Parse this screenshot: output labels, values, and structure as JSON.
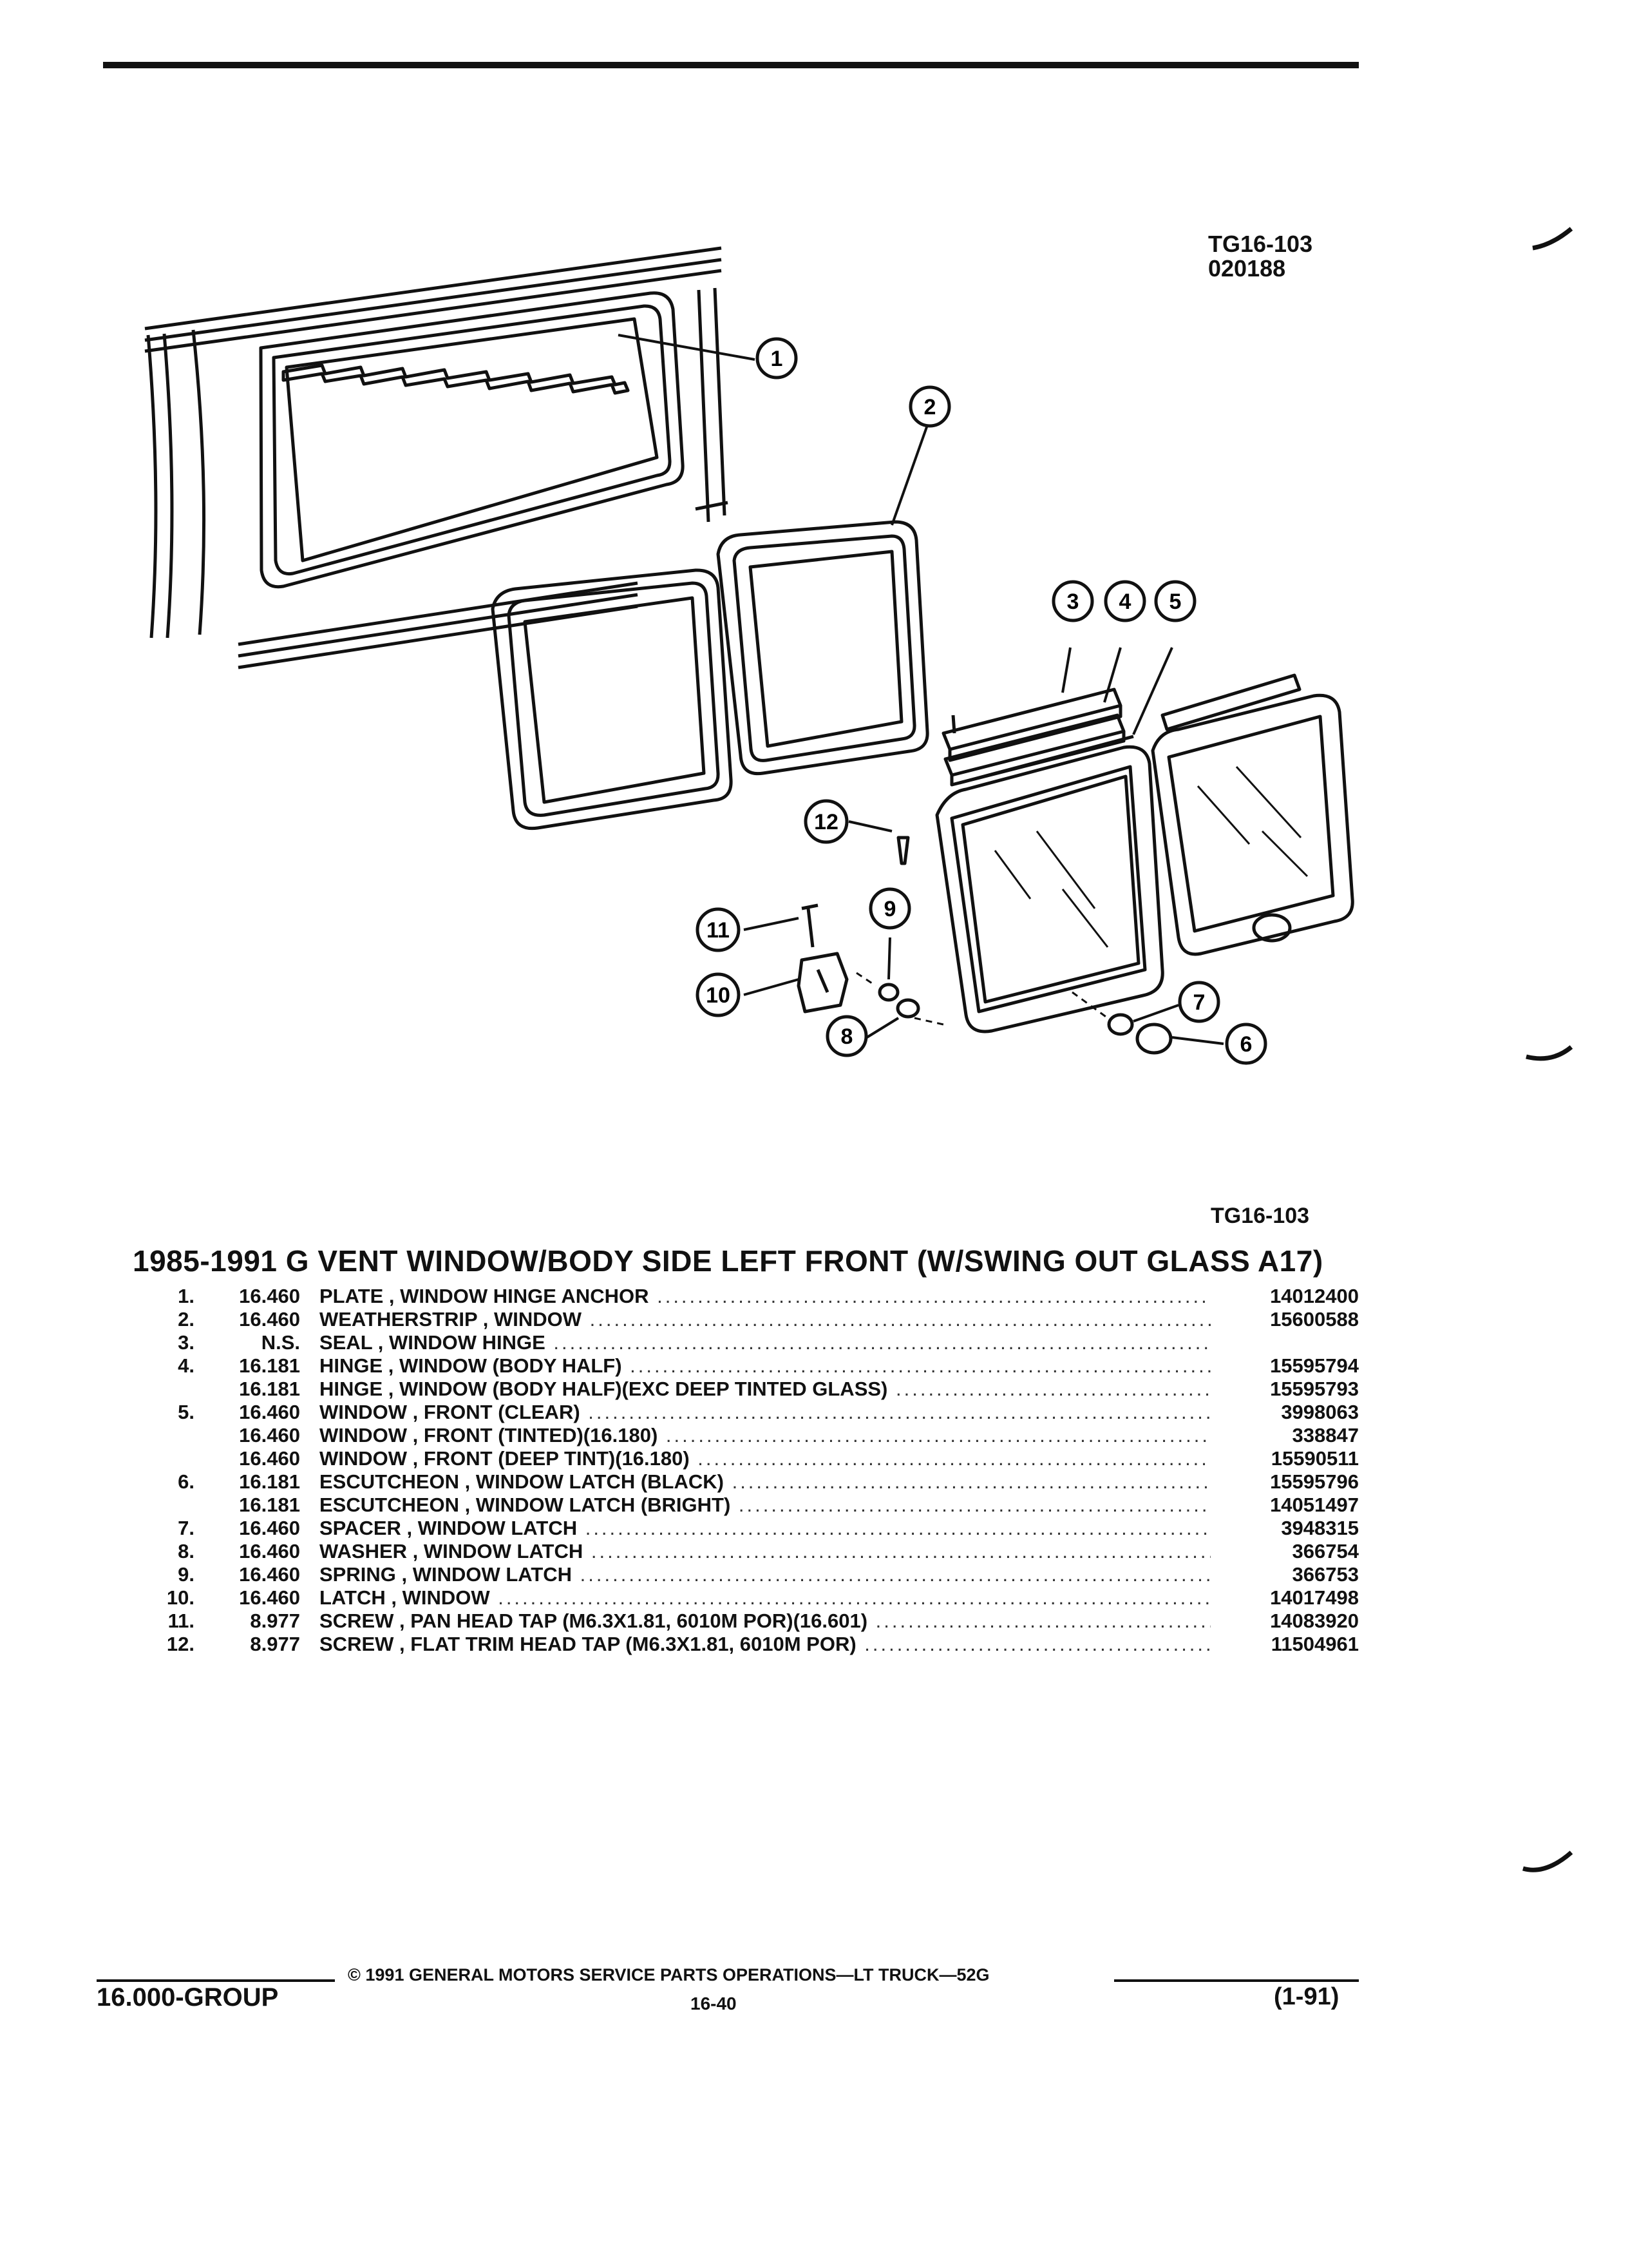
{
  "header": {
    "illustration_code": "TG16-103",
    "illustration_date": "020188"
  },
  "diagram": {
    "illustration_code": "TG16-103",
    "callouts": [
      "1",
      "2",
      "3",
      "4",
      "5",
      "6",
      "7",
      "8",
      "9",
      "10",
      "11",
      "12"
    ]
  },
  "section_title": "1985-1991 G VENT WINDOW/BODY SIDE LEFT FRONT (W/SWING OUT GLASS A17)",
  "parts": [
    {
      "num": "1.",
      "group": "16.460",
      "desc": "PLATE , WINDOW HINGE ANCHOR",
      "part": "14012400"
    },
    {
      "num": "2.",
      "group": "16.460",
      "desc": "WEATHERSTRIP , WINDOW",
      "part": "15600588"
    },
    {
      "num": "3.",
      "group": "N.S.",
      "desc": "SEAL , WINDOW HINGE",
      "part": ""
    },
    {
      "num": "4.",
      "group": "16.181",
      "desc": "HINGE , WINDOW (BODY HALF)",
      "part": "15595794"
    },
    {
      "num": "",
      "group": "16.181",
      "desc": "HINGE , WINDOW (BODY HALF)(EXC DEEP TINTED GLASS)",
      "part": "15595793"
    },
    {
      "num": "5.",
      "group": "16.460",
      "desc": "WINDOW , FRONT (CLEAR)",
      "part": "3998063"
    },
    {
      "num": "",
      "group": "16.460",
      "desc": "WINDOW , FRONT (TINTED)(16.180)",
      "part": "338847"
    },
    {
      "num": "",
      "group": "16.460",
      "desc": "WINDOW , FRONT (DEEP TINT)(16.180)",
      "part": "15590511"
    },
    {
      "num": "6.",
      "group": "16.181",
      "desc": "ESCUTCHEON , WINDOW LATCH (BLACK)",
      "part": "15595796"
    },
    {
      "num": "",
      "group": "16.181",
      "desc": "ESCUTCHEON , WINDOW LATCH (BRIGHT)",
      "part": "14051497"
    },
    {
      "num": "7.",
      "group": "16.460",
      "desc": "SPACER , WINDOW LATCH",
      "part": "3948315"
    },
    {
      "num": "8.",
      "group": "16.460",
      "desc": "WASHER , WINDOW LATCH",
      "part": "366754"
    },
    {
      "num": "9.",
      "group": "16.460",
      "desc": "SPRING , WINDOW LATCH",
      "part": "366753"
    },
    {
      "num": "10.",
      "group": "16.460",
      "desc": "LATCH , WINDOW",
      "part": "14017498"
    },
    {
      "num": "11.",
      "group": "8.977",
      "desc": "SCREW , PAN HEAD TAP (M6.3X1.81, 6010M POR)(16.601)",
      "part": "14083920"
    },
    {
      "num": "12.",
      "group": "8.977",
      "desc": "SCREW , FLAT TRIM HEAD TAP (M6.3X1.81, 6010M POR)",
      "part": "11504961"
    }
  ],
  "footer": {
    "copyright": "© 1991 GENERAL MOTORS SERVICE PARTS OPERATIONS—LT TRUCK—52G",
    "group": "16.000-GROUP",
    "page": "16-40",
    "date": "(1-91)"
  }
}
